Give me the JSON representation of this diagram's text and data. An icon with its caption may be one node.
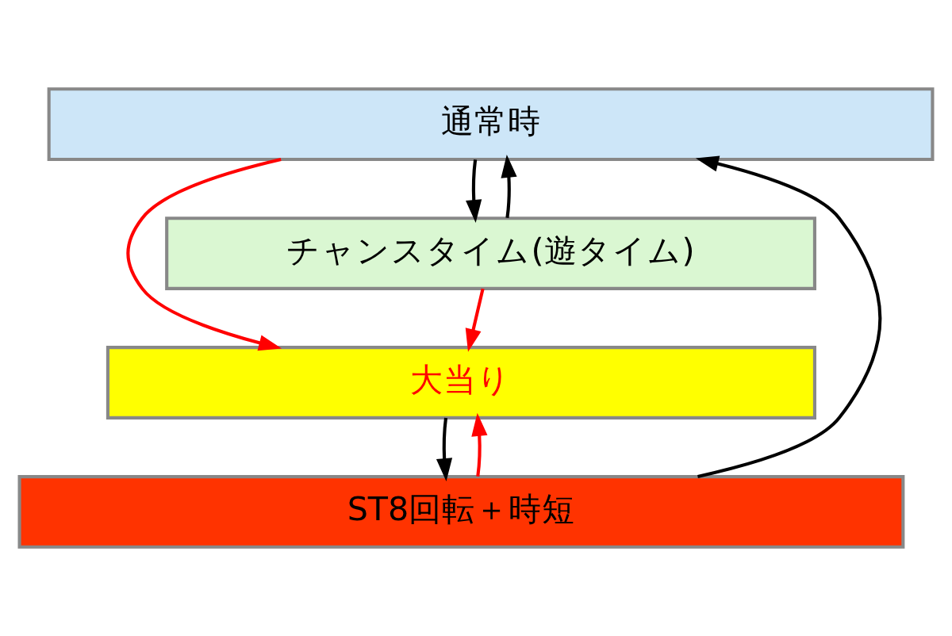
{
  "diagram": {
    "nodes": [
      {
        "text": [
          "通常時"
        ]
      },
      {
        "text": [
          "大当り"
        ]
      },
      {
        "text": [
          "チャンスタイム(遊タイム)"
        ]
      },
      {
        "text": [
          "ST8回転＋時短"
        ]
      }
    ],
    "edges": [
      {
        "from": 0,
        "to": 1,
        "arrow": "to",
        "color": "#ff0000"
      },
      {
        "from": 2,
        "to": 1,
        "arrow": "to",
        "color": "#ff0000"
      },
      {
        "from": 0,
        "to": 2,
        "arrow": "to"
      },
      {
        "from": 2,
        "to": 0,
        "arrow": "to"
      },
      {
        "from": 3,
        "to": 0,
        "arrow": "to"
      },
      {
        "from": 1,
        "to": 3,
        "arrow": "to"
      },
      {
        "from": 3,
        "to": 1,
        "arrow": "to",
        "color": "#ff0000"
      }
    ]
  }
}
